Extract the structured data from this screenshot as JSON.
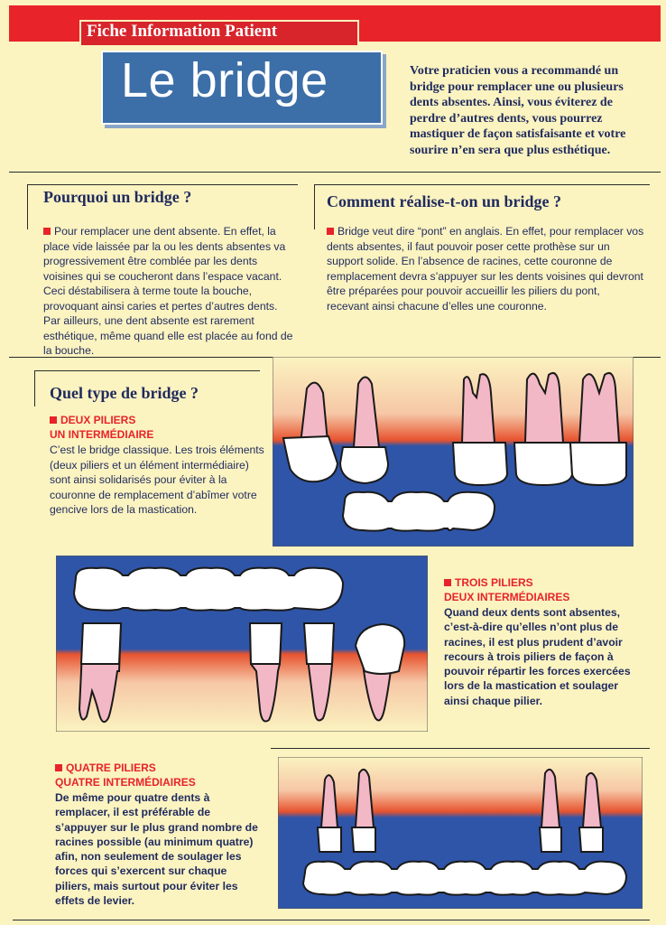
{
  "header": {
    "kicker": "Fiche Information Patient",
    "title": "Le bridge",
    "intro": "Votre praticien vous a recommandé un bridge pour remplacer une ou plusieurs dents absentes. Ainsi, vous éviterez de perdre d’autres dents, vous pourrez mastiquer de façon satisfaisante et votre sourire n’en sera que plus esthétique."
  },
  "sections": {
    "pourquoi": {
      "heading": "Pourquoi un bridge ?",
      "body": "Pour remplacer une dent absente. En effet, la place vide laissée par la ou les dents absentes va progressivement être comblée par les dents voisines qui se coucheront dans l’espace vacant. Ceci déstabilisera à terme toute la bouche, provoquant ainsi caries et pertes d’autres dents. Par ailleurs, une dent absente est rarement esthétique, même quand elle est placée au fond de la bouche."
    },
    "comment": {
      "heading": "Comment réalise-t-on un bridge ?",
      "body": "Bridge veut dire “pont” en anglais. En effet, pour remplacer vos dents absentes, il faut pouvoir poser cette prothèse sur un support solide. En l’absence de racines, cette couronne de remplacement devra s’appuyer sur les dents voisines qui devront être préparées pour pouvoir accueillir les piliers du pont, recevant ainsi chacune d’elles une couronne."
    },
    "quel": {
      "heading": "Quel type de bridge ?",
      "types": [
        {
          "title_line1": "DEUX PILIERS",
          "title_line2": "UN INTERMÉDIAIRE",
          "body": "C’est le bridge classique. Les trois éléments (deux piliers et un élément intermédiaire) sont ainsi solidarisés pour éviter à la couronne de remplacement d’abîmer votre gencive lors de la mastication."
        },
        {
          "title_line1": "TROIS PILIERS",
          "title_line2": "DEUX INTERMÉDIAIRES",
          "body": "Quand deux dents sont absentes, c’est-à-dire qu’elles n’ont plus de racines, il est plus prudent d’avoir recours à trois piliers de façon à pouvoir répartir les forces exercées lors de la mastication et soulager ainsi chaque pilier."
        },
        {
          "title_line1": "QUATRE PILIERS",
          "title_line2": "QUATRE INTERMÉDIAIRES",
          "body": "De même pour quatre dents à remplacer, il est préférable de s’appuyer sur le plus grand nombre de racines possible (au minimum quatre) afin, non seulement de soulager les forces qui s’exercent sur chaque piliers, mais surtout pour éviter les effets de levier."
        }
      ]
    }
  },
  "colors": {
    "page_bg": "#fbf3c0",
    "accent_red": "#e8232a",
    "title_blue": "#3c6fa8",
    "text_navy": "#1f2a5e",
    "diagram_blue": "#2f55a8",
    "root_pink": "#f2b8c6"
  }
}
